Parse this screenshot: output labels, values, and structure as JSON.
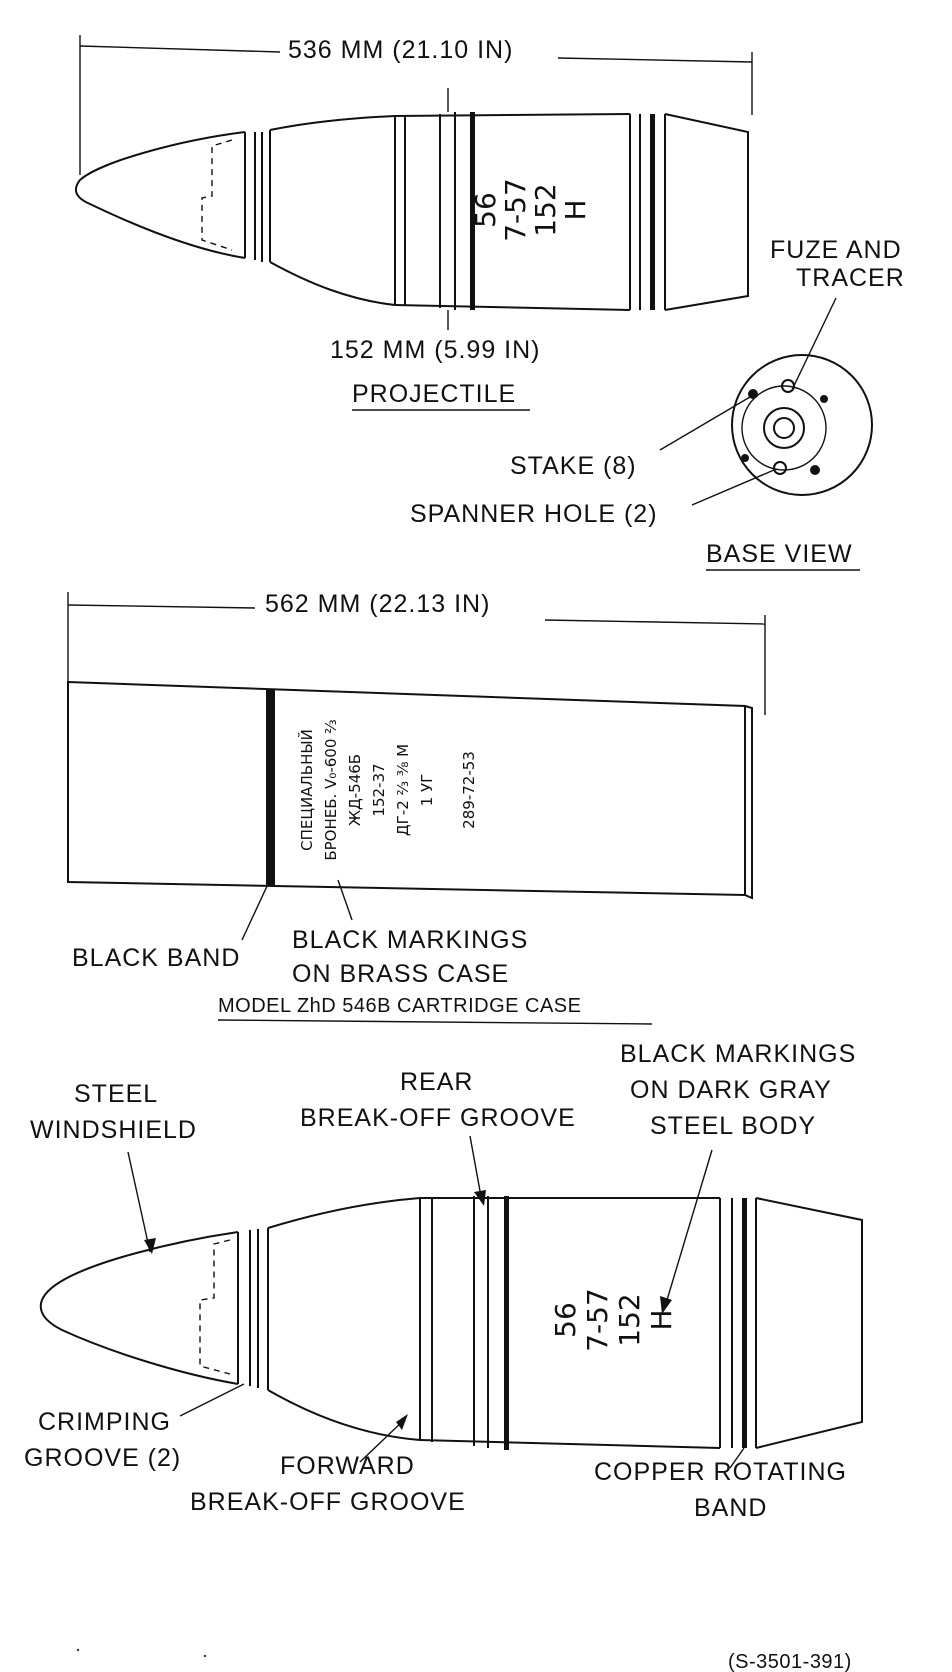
{
  "projectile": {
    "length_dim": "536 MM (21.10 IN)",
    "dia_dim": "152 MM (5.99 IN)",
    "title": "PROJECTILE",
    "body_marks": [
      "56",
      "7-57",
      "152",
      "H"
    ]
  },
  "base_view": {
    "fuze_tracer": [
      "FUZE AND",
      "TRACER"
    ],
    "stake": "STAKE (8)",
    "spanner_hole": "SPANNER HOLE (2)",
    "title": "BASE VIEW"
  },
  "cartridge_case": {
    "length_dim": "562 MM (22.13 IN)",
    "case_marks": [
      "СПЕЦИАЛЬНЫЙ",
      "БРОНЕБ. V₀-600 ⅔",
      "ЖД-546Б",
      "152-37",
      "ДГ-2 ⅔ ⅜ М",
      "1 УГ",
      "289-72-53"
    ],
    "black_band": "BLACK BAND",
    "black_markings": [
      "BLACK MARKINGS",
      "ON BRASS CASE"
    ],
    "title": "MODEL ZhD 546B CARTRIDGE CASE"
  },
  "detail": {
    "steel_windshield": [
      "STEEL",
      "WINDSHIELD"
    ],
    "rear_groove": [
      "REAR",
      "BREAK-OFF GROOVE"
    ],
    "black_markings_body": [
      "BLACK MARKINGS",
      "ON DARK GRAY",
      "STEEL BODY"
    ],
    "body_marks": [
      "56",
      "7-57",
      "152",
      "H"
    ],
    "crimping_groove": [
      "CRIMPING",
      "GROOVE (2)"
    ],
    "forward_groove": [
      "FORWARD",
      "BREAK-OFF GROOVE"
    ],
    "copper_band": [
      "COPPER ROTATING",
      "BAND"
    ]
  },
  "figure_id": "(S-3501-391)"
}
